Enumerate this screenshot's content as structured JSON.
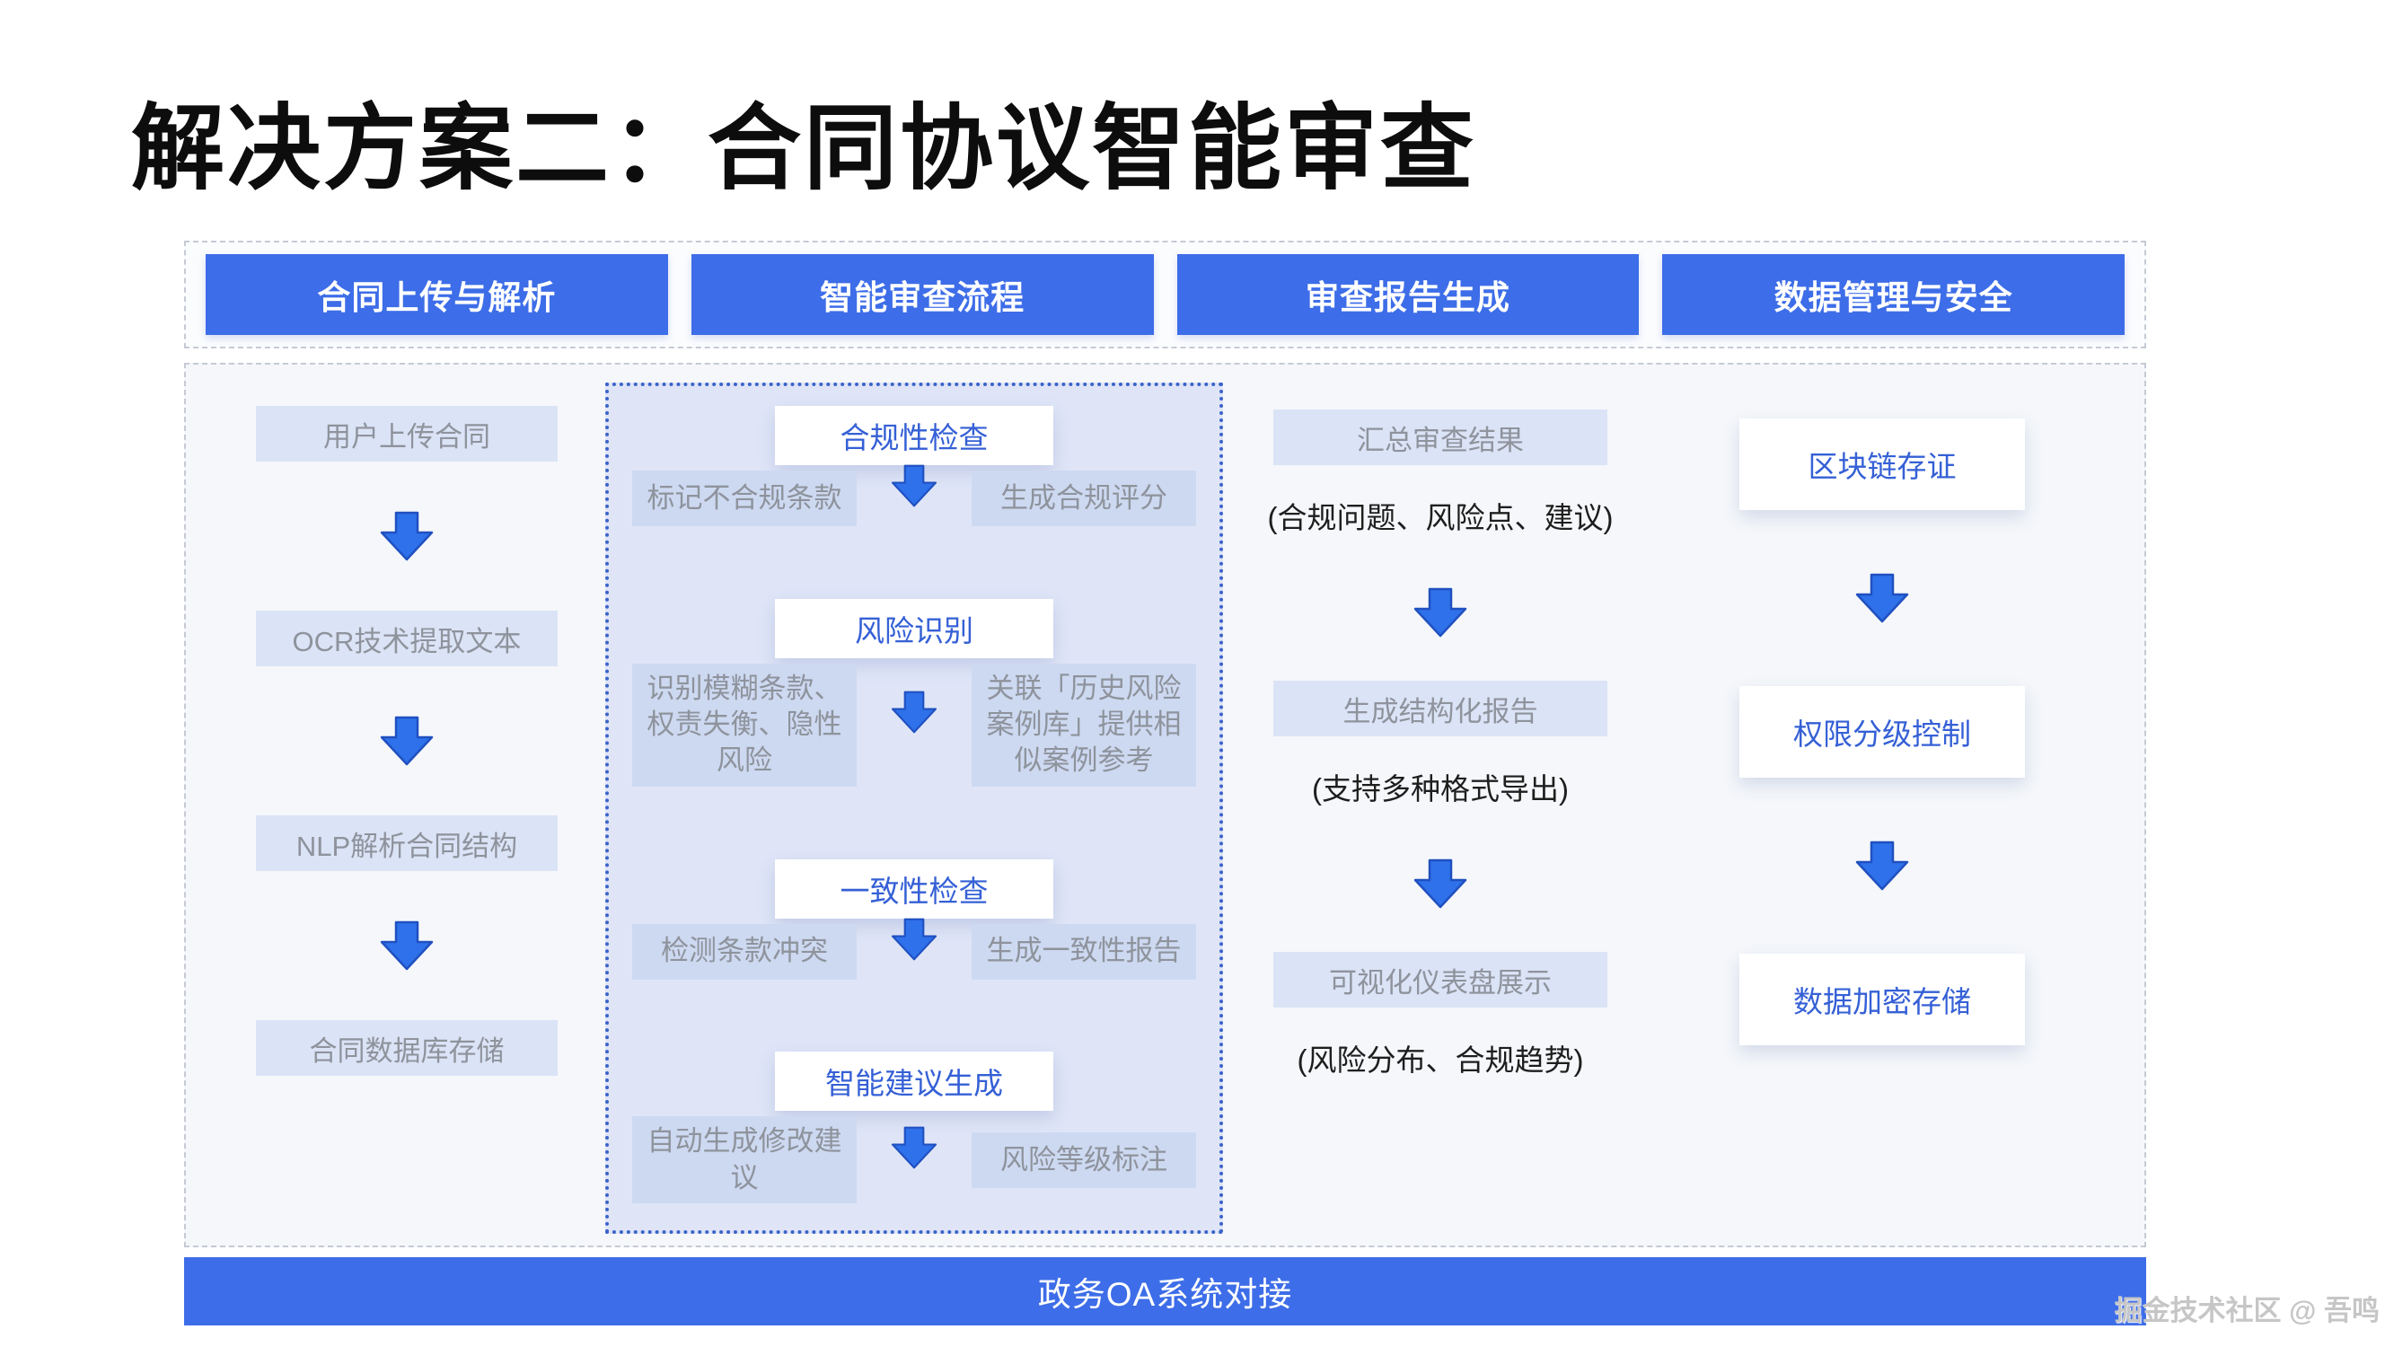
{
  "title": "解决方案二：合同协议智能审查",
  "watermark": "掘金技术社区 @ 吾鸣",
  "header": {
    "tabs": [
      "合同上传与解析",
      "智能审查流程",
      "审查报告生成",
      "数据管理与安全"
    ]
  },
  "upload": {
    "steps": [
      "用户上传合同",
      "OCR技术提取文本",
      "NLP解析合同结构",
      "合同数据库存储"
    ]
  },
  "review": {
    "stages": [
      {
        "title": "合规性检查",
        "left": "标记不合规条款",
        "right": "生成合规评分"
      },
      {
        "title": "风险识别",
        "left": "识别模糊条款、权责失衡、隐性风险",
        "right": "关联「历史风险案例库」提供相似案例参考"
      },
      {
        "title": "一致性检查",
        "left": "检测条款冲突",
        "right": "生成一致性报告"
      },
      {
        "title": "智能建议生成",
        "left": "自动生成修改建议",
        "right": "风险等级标注"
      }
    ]
  },
  "report": {
    "steps": [
      {
        "box": "汇总审查结果",
        "note": "(合规问题、风险点、建议)"
      },
      {
        "box": "生成结构化报告",
        "note": "(支持多种格式导出)"
      },
      {
        "box": "可视化仪表盘展示",
        "note": "(风险分布、合规趋势)"
      }
    ]
  },
  "security": {
    "steps": [
      "区块链存证",
      "权限分级控制",
      "数据加密存储"
    ]
  },
  "footer": {
    "label": "政务OA系统对接"
  },
  "colors": {
    "accent": "#3d6de8",
    "light_box": "#dbe3f6",
    "review_bg": "#dfe5f7",
    "review_border": "#3b63c9",
    "arrow_fill": "#2e71ea",
    "arrow_stroke": "#2050c0"
  }
}
